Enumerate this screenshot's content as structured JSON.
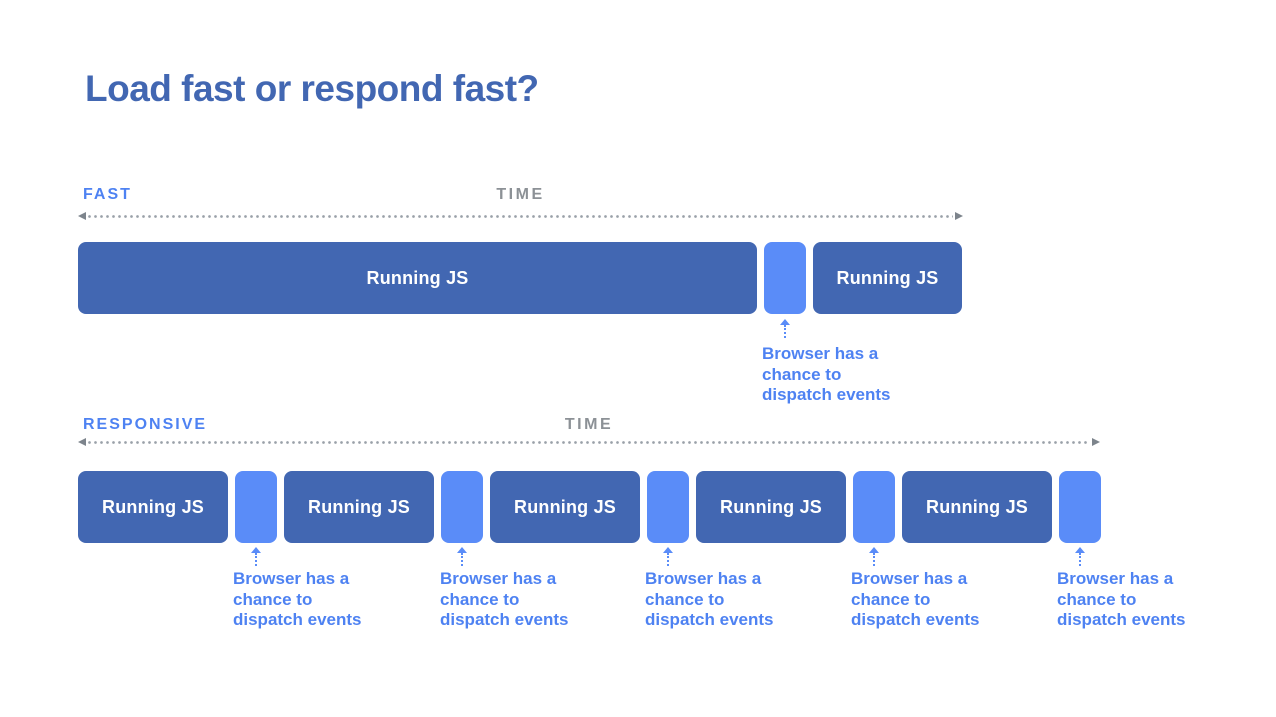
{
  "title": "Load fast or respond fast?",
  "colors": {
    "title_blue": "#4267B2",
    "running_bar_blue": "#4267B2",
    "idle_block_blue": "#5A8CF8",
    "annotation_text_blue": "#4E82F2",
    "time_label_gray": "#8C9196",
    "timeline_dot_gray": "#9AA1A9"
  },
  "fast": {
    "label": "FAST",
    "time_label": "TIME",
    "segments": [
      {
        "kind": "running",
        "label": "Running JS"
      },
      {
        "kind": "idle",
        "label": ""
      },
      {
        "kind": "running",
        "label": "Running JS"
      }
    ],
    "annotation": {
      "line1": "Browser has a",
      "line2": "chance to",
      "line3": "dispatch events"
    }
  },
  "responsive": {
    "label": "RESPONSIVE",
    "time_label": "TIME",
    "segments": [
      {
        "kind": "running",
        "label": "Running JS"
      },
      {
        "kind": "idle",
        "label": ""
      },
      {
        "kind": "running",
        "label": "Running JS"
      },
      {
        "kind": "idle",
        "label": ""
      },
      {
        "kind": "running",
        "label": "Running JS"
      },
      {
        "kind": "idle",
        "label": ""
      },
      {
        "kind": "running",
        "label": "Running JS"
      },
      {
        "kind": "idle",
        "label": ""
      },
      {
        "kind": "running",
        "label": "Running JS"
      },
      {
        "kind": "idle",
        "label": ""
      }
    ],
    "annotations": [
      {
        "line1": "Browser has a",
        "line2": "chance to",
        "line3": "dispatch events"
      },
      {
        "line1": "Browser has a",
        "line2": "chance to",
        "line3": "dispatch events"
      },
      {
        "line1": "Browser has a",
        "line2": "chance to",
        "line3": "dispatch events"
      },
      {
        "line1": "Browser has a",
        "line2": "chance to",
        "line3": "dispatch events"
      },
      {
        "line1": "Browser has a",
        "line2": "chance to",
        "line3": "dispatch events"
      }
    ]
  }
}
